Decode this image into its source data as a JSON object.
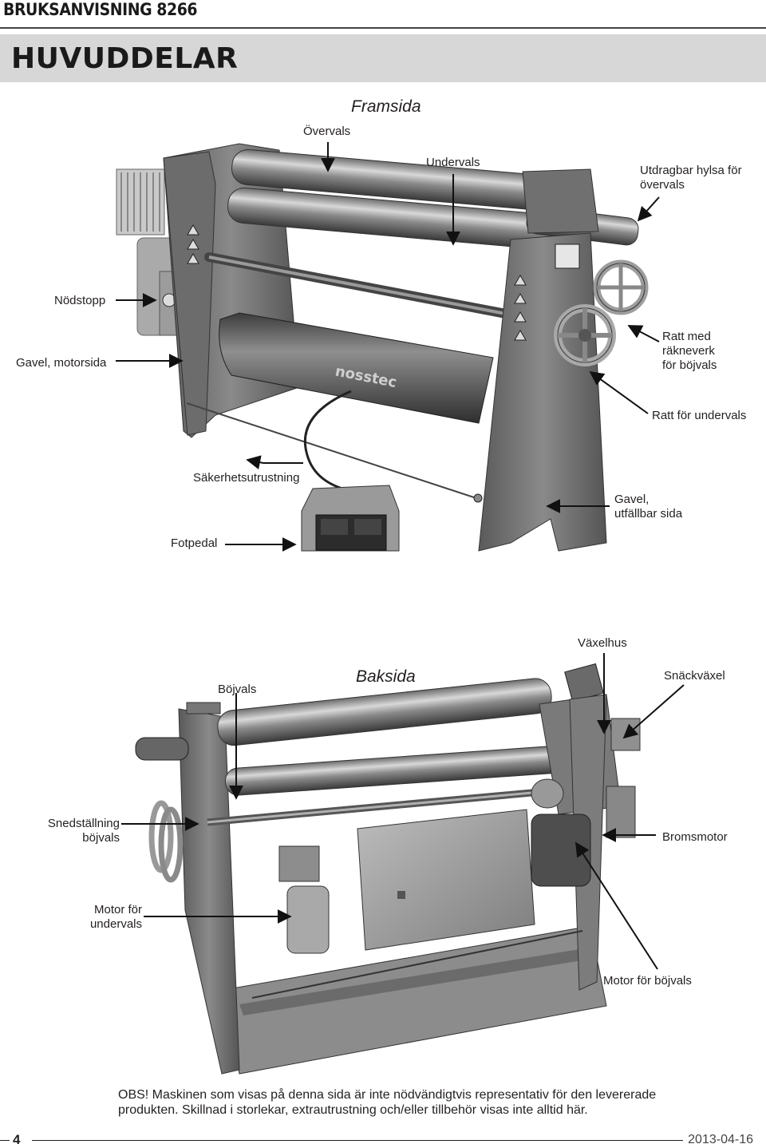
{
  "header": {
    "doc_title": "BRUKSANVISNING 8266",
    "section_title": "HUVUDDELAR"
  },
  "front_photo": {
    "caption": "Framsida",
    "labels": {
      "overvals": "Övervals",
      "undervals": "Undervals",
      "utdragbar": [
        "Utdragbar hylsa för",
        "övervals"
      ],
      "nodstopp": "Nödstopp",
      "gavel_motorsida": "Gavel, motorsida",
      "ratt_med": [
        "Ratt med",
        "räkneverk",
        "för böjvals"
      ],
      "ratt_undervals": "Ratt för undervals",
      "sakerhet": "Säkerhetsutrustning",
      "gavel_utfallbar": [
        "Gavel,",
        "utfällbar sida"
      ],
      "fotpedal": "Fotpedal"
    },
    "brand_text": "nosstec"
  },
  "back_photo": {
    "caption": "Baksida",
    "labels": {
      "vaxelhus": "Växelhus",
      "bojvals": "Böjvals",
      "snackvaxel": "Snäckväxel",
      "snedstallning": [
        "Snedställning",
        "böjvals"
      ],
      "bromsmotor": "Bromsmotor",
      "motor_undervals": [
        "Motor för",
        "undervals"
      ],
      "motor_bojvals": "Motor för böjvals"
    }
  },
  "note": {
    "lines": [
      "OBS! Maskinen som visas på denna sida är inte nödvändigtvis representativ för den levererade",
      "produkten. Skillnad i storlekar, extrautrustning och/eller tillbehör visas inte alltid här."
    ]
  },
  "footer": {
    "page_number": "4",
    "date": "2013-04-16"
  }
}
